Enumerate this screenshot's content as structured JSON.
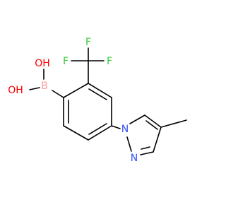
{
  "molecule": {
    "atoms": {
      "boron": {
        "label": "B",
        "color": "#ff9c9c"
      },
      "hydroxyl_top": {
        "label": "OH",
        "color": "#ff0000"
      },
      "hydroxyl_bottom": {
        "label": "OH",
        "color": "#ff0000"
      },
      "fluorine_left": {
        "label": "F",
        "color": "#33cc33"
      },
      "fluorine_top": {
        "label": "F",
        "color": "#33cc33"
      },
      "fluorine_right": {
        "label": "F",
        "color": "#33cc33"
      },
      "nitrogen_pyrazole_1": {
        "label": "N",
        "color": "#3050f8"
      },
      "nitrogen_pyrazole_2": {
        "label": "N",
        "color": "#3050f8"
      }
    },
    "bond_color": "#000000"
  }
}
